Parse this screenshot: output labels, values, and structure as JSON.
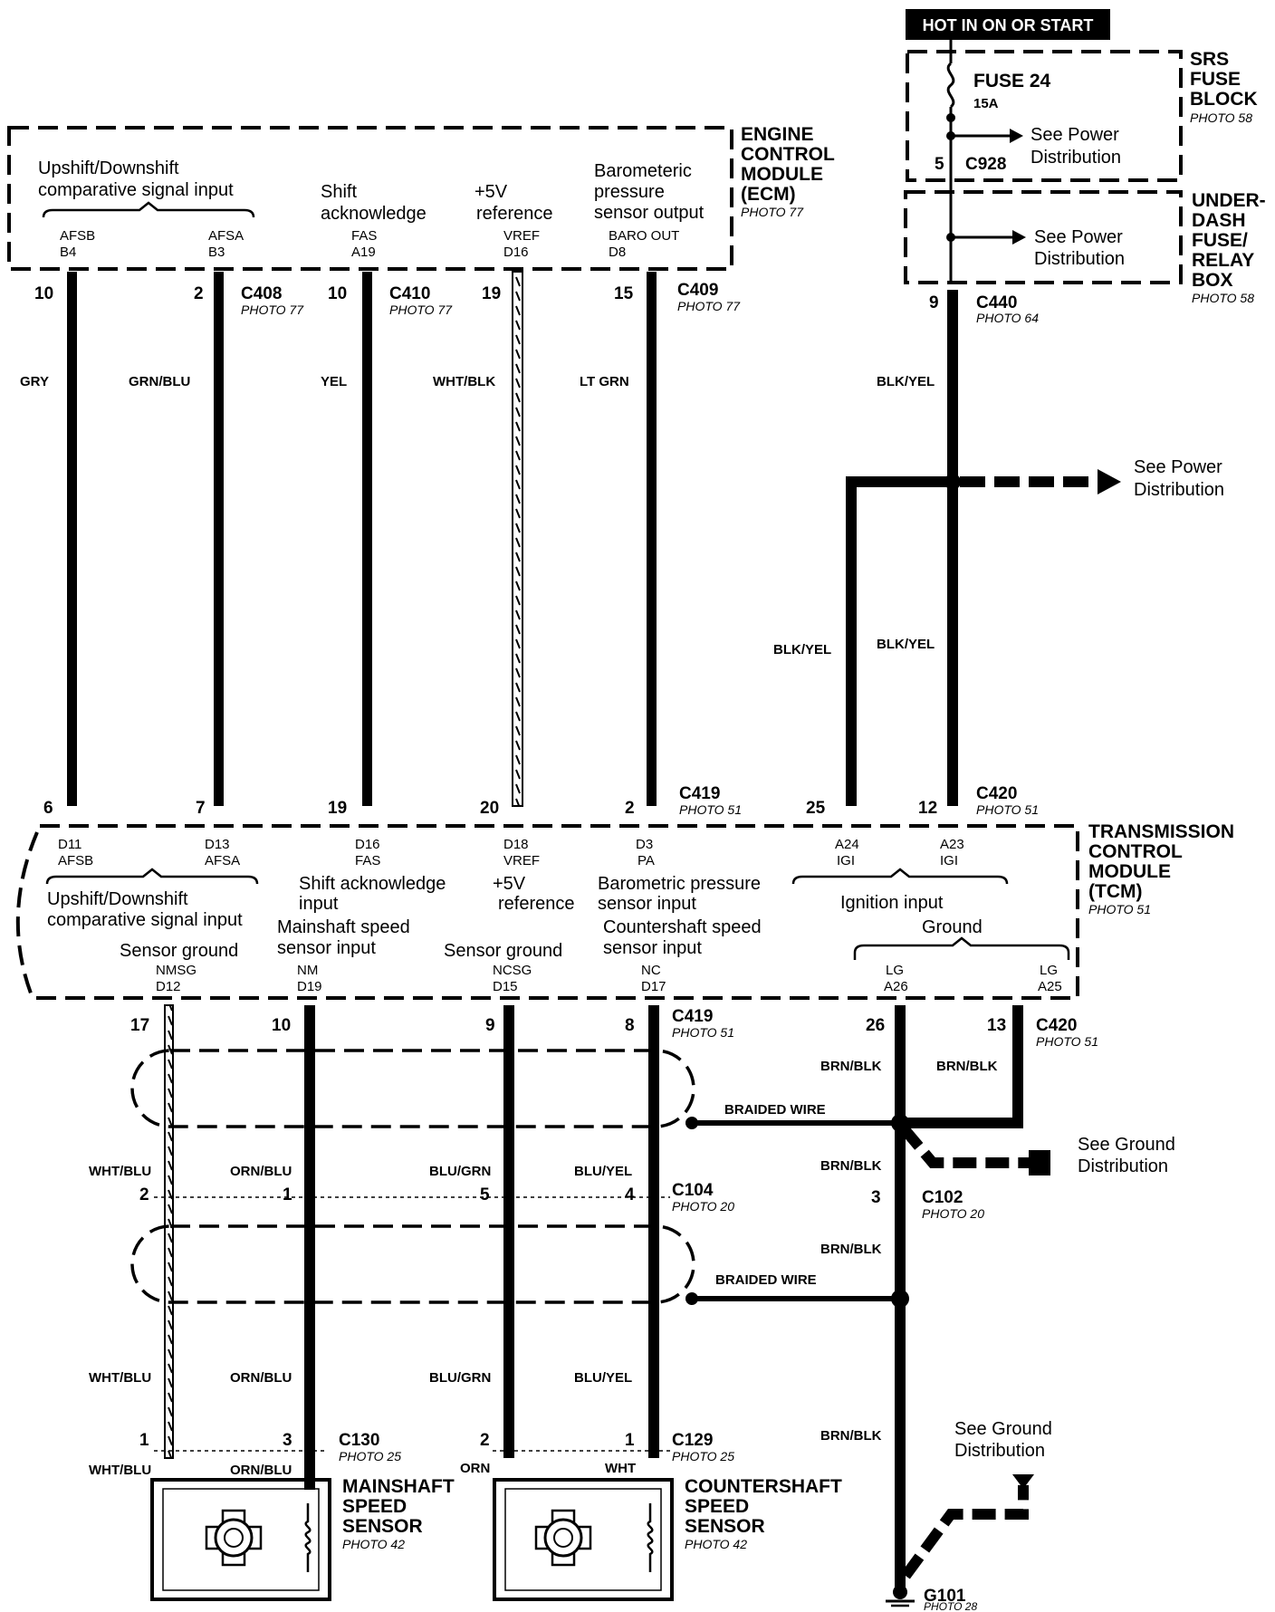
{
  "power": {
    "hot_label": "HOT IN ON OR START",
    "fuse_name": "FUSE 24",
    "fuse_rating": "15A",
    "srs_block": [
      "SRS",
      "FUSE",
      "BLOCK"
    ],
    "srs_photo": "PHOTO 58",
    "c928_pin": "5",
    "c928": "C928",
    "see_power_1": [
      "See Power",
      "Distribution"
    ],
    "underdash": [
      "UNDER-",
      "DASH",
      "FUSE/",
      "RELAY",
      "BOX"
    ],
    "underdash_photo": "PHOTO 58",
    "see_power_2": [
      "See Power",
      "Distribution"
    ],
    "c440_pin": "9",
    "c440": "C440",
    "c440_photo": "PHOTO 64",
    "blk_yel": "BLK/YEL",
    "see_power_3": [
      "See Power",
      "Distribution"
    ],
    "blk_yel_left": "BLK/YEL",
    "blk_yel_right": "BLK/YEL"
  },
  "ecm": {
    "name": [
      "ENGINE",
      "CONTROL",
      "MODULE",
      "(ECM)"
    ],
    "photo": "PHOTO 77",
    "updown": [
      "Upshift/Downshift",
      "comparative signal input"
    ],
    "shift": [
      "Shift",
      "acknowledge"
    ],
    "vref": [
      "+5V",
      "reference"
    ],
    "baro": [
      "Barometeric",
      "pressure",
      "sensor output"
    ],
    "pins": [
      {
        "name": "AFSB",
        "code": "B4"
      },
      {
        "name": "AFSA",
        "code": "B3"
      },
      {
        "name": "FAS",
        "code": "A19"
      },
      {
        "name": "VREF",
        "code": "D16"
      },
      {
        "name": "BARO OUT",
        "code": "D8"
      }
    ]
  },
  "upper_wires": {
    "top_nums": [
      "10",
      "2",
      "10",
      "19",
      "15"
    ],
    "connectors": [
      {
        "name": "C408",
        "photo": "PHOTO 77"
      },
      {
        "name": "C410",
        "photo": "PHOTO 77"
      },
      {
        "name": "C409",
        "photo": "PHOTO 77"
      }
    ],
    "colors": [
      "GRY",
      "GRN/BLU",
      "YEL",
      "WHT/BLK",
      "LT GRN"
    ],
    "bottom_nums": [
      "6",
      "7",
      "19",
      "20",
      "2",
      "25",
      "12"
    ],
    "c419": {
      "name": "C419",
      "photo": "PHOTO 51"
    },
    "c420": {
      "name": "C420",
      "photo": "PHOTO 51"
    }
  },
  "tcm": {
    "name": [
      "TRANSMISSION",
      "CONTROL",
      "MODULE",
      "(TCM)"
    ],
    "photo": "PHOTO 51",
    "pins_top": [
      {
        "code": "D11",
        "name": "AFSB"
      },
      {
        "code": "D13",
        "name": "AFSA"
      },
      {
        "code": "D16",
        "name": "FAS"
      },
      {
        "code": "D18",
        "name": "VREF"
      },
      {
        "code": "D3",
        "name": "PA"
      },
      {
        "code": "A24",
        "name": "IGI"
      },
      {
        "code": "A23",
        "name": "IGI"
      }
    ],
    "updown": [
      "Upshift/Downshift",
      "comparative signal input"
    ],
    "shift_ack": [
      "Shift acknowledge",
      "input"
    ],
    "vref": [
      "+5V",
      "reference"
    ],
    "baro": [
      "Barometric pressure",
      "sensor input"
    ],
    "ignition": "Ignition input",
    "sensor_ground_1": "Sensor ground",
    "mainshaft": [
      "Mainshaft speed",
      "sensor input"
    ],
    "sensor_ground_2": "Sensor ground",
    "countershaft": [
      "Countershaft speed",
      "sensor input"
    ],
    "ground": "Ground",
    "pins_bottom": [
      {
        "name": "NMSG",
        "code": "D12"
      },
      {
        "name": "NM",
        "code": "D19"
      },
      {
        "name": "NCSG",
        "code": "D15"
      },
      {
        "name": "NC",
        "code": "D17"
      },
      {
        "name": "LG",
        "code": "A26"
      },
      {
        "name": "LG",
        "code": "A25"
      }
    ]
  },
  "lower": {
    "top_nums": [
      "17",
      "10",
      "9",
      "8",
      "26",
      "13"
    ],
    "c419": {
      "name": "C419",
      "photo": "PHOTO 51"
    },
    "c420": {
      "name": "C420",
      "photo": "PHOTO 51"
    },
    "brn_blk_1": "BRN/BLK",
    "brn_blk_2": "BRN/BLK",
    "braided_1": "BRAIDED WIRE",
    "see_ground_1": [
      "See Ground",
      "Distribution"
    ],
    "colors_mid": [
      "WHT/BLU",
      "ORN/BLU",
      "BLU/GRN",
      "BLU/YEL",
      "BRN/BLK"
    ],
    "c104_nums": [
      "2",
      "1",
      "5",
      "4"
    ],
    "c104": {
      "name": "C104",
      "photo": "PHOTO 20"
    },
    "c102_num": "3",
    "c102": {
      "name": "C102",
      "photo": "PHOTO 20"
    },
    "brn_blk_3": "BRN/BLK",
    "braided_2": "BRAIDED WIRE",
    "colors_low": [
      "WHT/BLU",
      "ORN/BLU",
      "BLU/GRN",
      "BLU/YEL",
      "BRN/BLK"
    ],
    "c130_nums": [
      "1",
      "3"
    ],
    "c130": {
      "name": "C130",
      "photo": "PHOTO 25"
    },
    "c129_nums": [
      "2",
      "1"
    ],
    "c129": {
      "name": "C129",
      "photo": "PHOTO 25"
    },
    "sensor_colors": [
      "WHT/BLU",
      "ORN/BLU",
      "ORN",
      "WHT"
    ],
    "see_ground_2": [
      "See Ground",
      "Distribution"
    ],
    "mainshaft_sensor": [
      "MAINSHAFT",
      "SPEED",
      "SENSOR"
    ],
    "mainshaft_photo": "PHOTO 42",
    "countershaft_sensor": [
      "COUNTERSHAFT",
      "SPEED",
      "SENSOR"
    ],
    "countershaft_photo": "PHOTO 42",
    "g101": "G101",
    "g101_photo": "PHOTO 28"
  }
}
